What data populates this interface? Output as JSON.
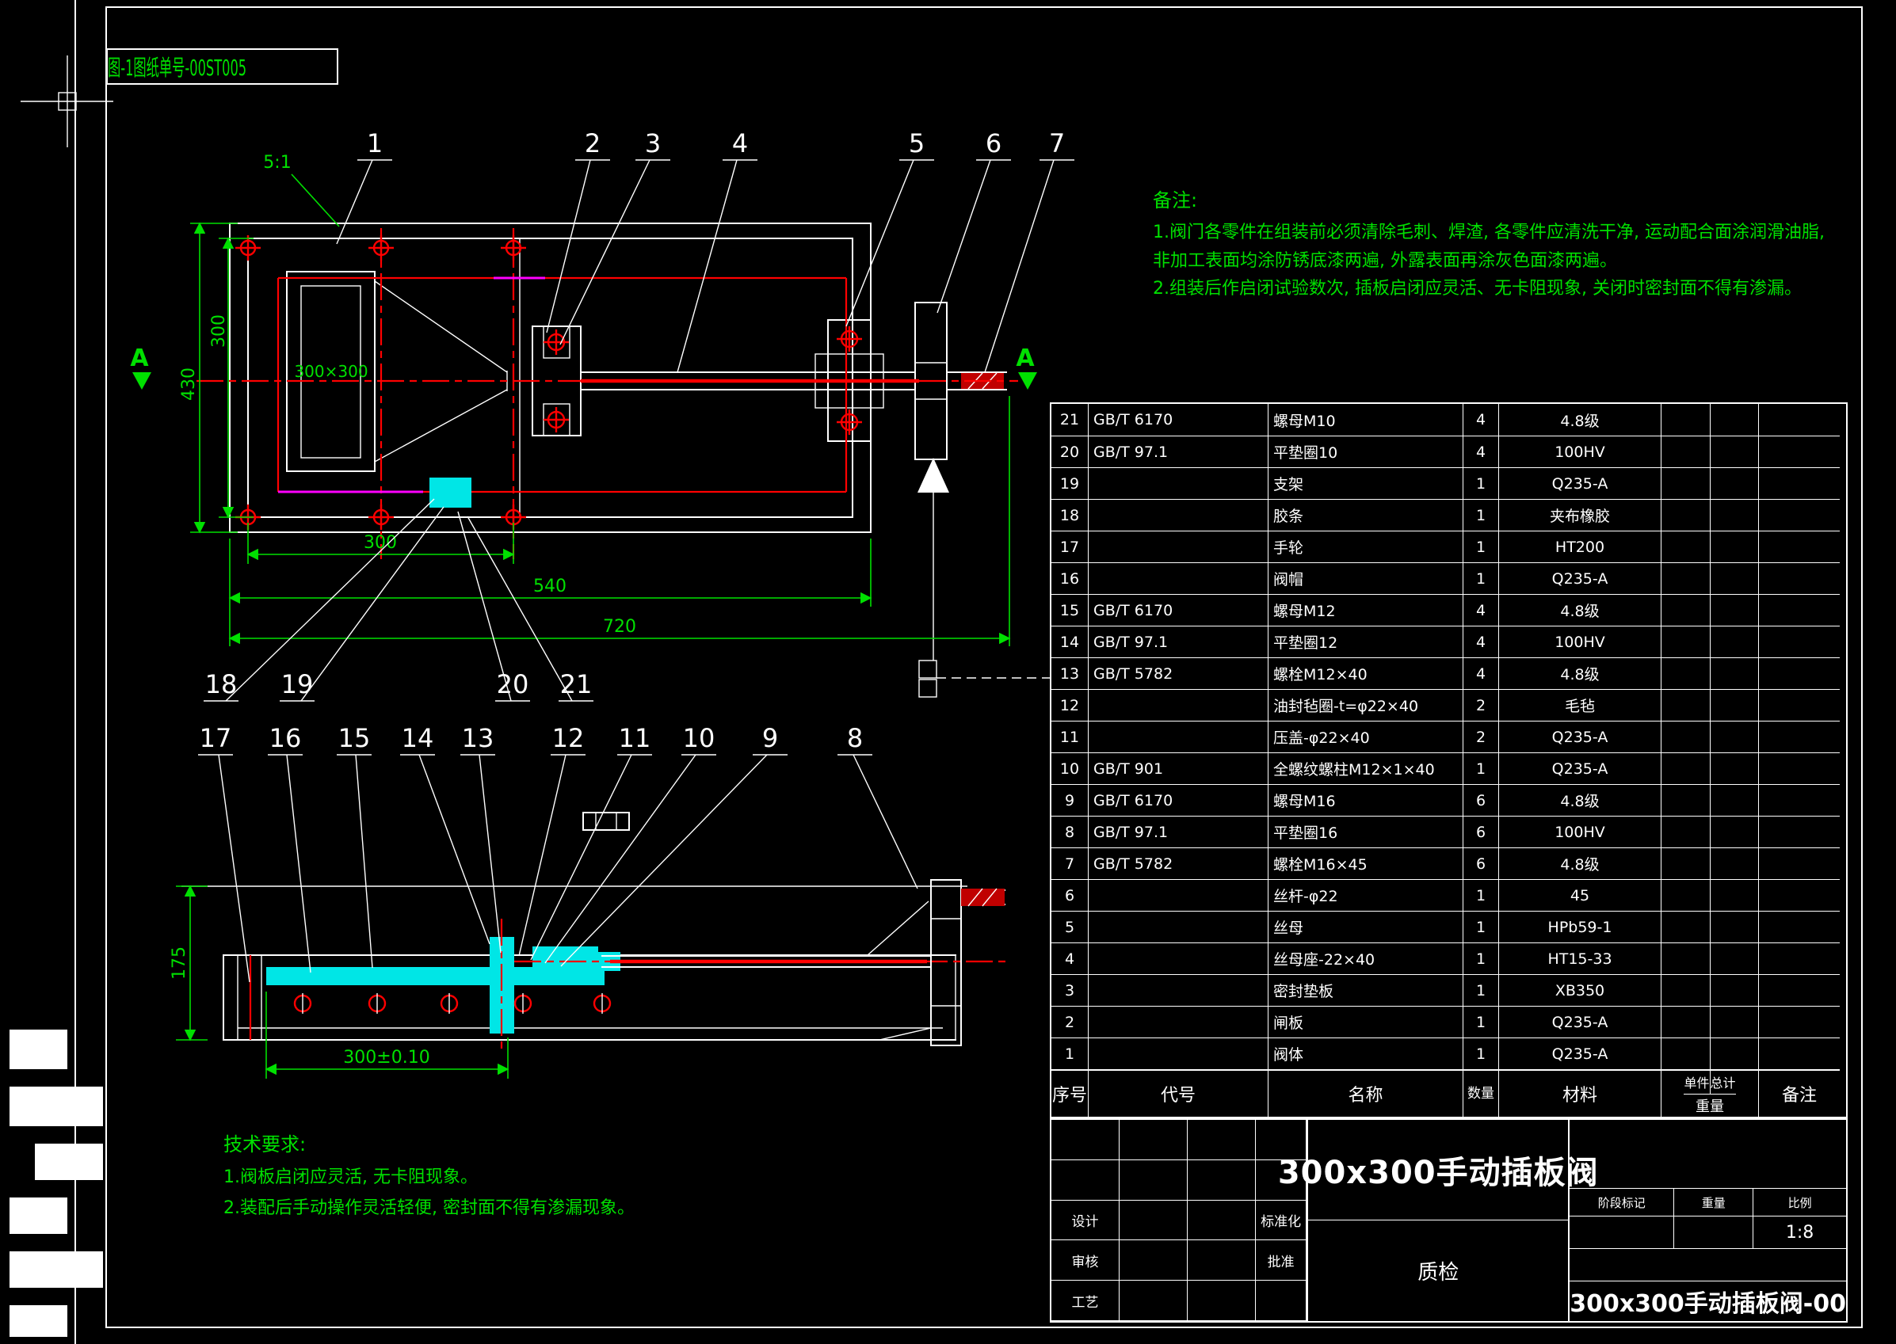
{
  "colors": {
    "background": "#000000",
    "line": "#ffffff",
    "dimension_green": "#00e000",
    "centerline_red": "#ff0000",
    "part_cyan": "#00e6e6",
    "magenta": "#ff00ff"
  },
  "doc_label": "图-1图纸单号-00ST005",
  "notes_top": {
    "title": "备注:",
    "lines": [
      "1.阀门各零件在组装前必须清除毛刺、焊渣, 各零件应清洗干净, 运动配合面涂润滑油脂, 非加工表面均涂防锈底漆两遍, 外露表面再涂灰色面漆两遍。",
      "2.组装后作启闭试验数次, 插板启闭应灵活、无卡阻现象, 关闭时密封面不得有渗漏。"
    ]
  },
  "tech_req": {
    "title": "技术要求:",
    "lines": [
      "1.阀板启闭应灵活, 无卡阻现象。",
      "2.装配后手动操作灵活轻便, 密封面不得有渗漏现象。"
    ]
  },
  "balloons": {
    "top": [
      "1",
      "2",
      "3",
      "4",
      "5",
      "6",
      "7"
    ],
    "mid": [
      "18",
      "19",
      "20",
      "21"
    ],
    "lower": [
      "17",
      "16",
      "15",
      "14",
      "13",
      "12",
      "11",
      "10",
      "9",
      "8"
    ]
  },
  "dimensions": {
    "tv_left_outer": "430",
    "tv_left_inner": "300",
    "tv_b1": "300",
    "tv_b2": "540",
    "tv_b3": "720",
    "tv_opening": "300×300",
    "tv_detail": "5:1",
    "section_a": "A",
    "sv_width": "300±0.10",
    "sv_height": "175"
  },
  "bom": {
    "headers": {
      "no": "序号",
      "code": "代号",
      "name": "名称",
      "qty": "数量",
      "material": "材料",
      "unit": "单件",
      "total": "总计",
      "weight": "重量",
      "remark": "备注"
    },
    "rows": [
      {
        "no": "21",
        "code": "GB/T 6170",
        "name": "螺母M10",
        "qty": "4",
        "material": "4.8级",
        "unit": "",
        "total": "",
        "remark": ""
      },
      {
        "no": "20",
        "code": "GB/T 97.1",
        "name": "平垫圈10",
        "qty": "4",
        "material": "100HV",
        "unit": "",
        "total": "",
        "remark": ""
      },
      {
        "no": "19",
        "code": "",
        "name": "支架",
        "qty": "1",
        "material": "Q235-A",
        "unit": "",
        "total": "",
        "remark": ""
      },
      {
        "no": "18",
        "code": "",
        "name": "胶条",
        "qty": "1",
        "material": "夹布橡胶",
        "unit": "",
        "total": "",
        "remark": ""
      },
      {
        "no": "17",
        "code": "",
        "name": "手轮",
        "qty": "1",
        "material": "HT200",
        "unit": "",
        "total": "",
        "remark": ""
      },
      {
        "no": "16",
        "code": "",
        "name": "阀帽",
        "qty": "1",
        "material": "Q235-A",
        "unit": "",
        "total": "",
        "remark": ""
      },
      {
        "no": "15",
        "code": "GB/T 6170",
        "name": "螺母M12",
        "qty": "4",
        "material": "4.8级",
        "unit": "",
        "total": "",
        "remark": ""
      },
      {
        "no": "14",
        "code": "GB/T 97.1",
        "name": "平垫圈12",
        "qty": "4",
        "material": "100HV",
        "unit": "",
        "total": "",
        "remark": ""
      },
      {
        "no": "13",
        "code": "GB/T 5782",
        "name": "螺栓M12×40",
        "qty": "4",
        "material": "4.8级",
        "unit": "",
        "total": "",
        "remark": ""
      },
      {
        "no": "12",
        "code": "",
        "name": "油封毡圈-t=φ22×40",
        "qty": "2",
        "material": "毛毡",
        "unit": "",
        "total": "",
        "remark": ""
      },
      {
        "no": "11",
        "code": "",
        "name": "压盖-φ22×40",
        "qty": "2",
        "material": "Q235-A",
        "unit": "",
        "total": "",
        "remark": ""
      },
      {
        "no": "10",
        "code": "GB/T 901",
        "name": "全螺纹螺柱M12×1×40",
        "qty": "1",
        "material": "Q235-A",
        "unit": "",
        "total": "",
        "remark": ""
      },
      {
        "no": "9",
        "code": "GB/T 6170",
        "name": "螺母M16",
        "qty": "6",
        "material": "4.8级",
        "unit": "",
        "total": "",
        "remark": ""
      },
      {
        "no": "8",
        "code": "GB/T 97.1",
        "name": "平垫圈16",
        "qty": "6",
        "material": "100HV",
        "unit": "",
        "total": "",
        "remark": ""
      },
      {
        "no": "7",
        "code": "GB/T 5782",
        "name": "螺栓M16×45",
        "qty": "6",
        "material": "4.8级",
        "unit": "",
        "total": "",
        "remark": ""
      },
      {
        "no": "6",
        "code": "",
        "name": "丝杆-φ22",
        "qty": "1",
        "material": "45",
        "unit": "",
        "total": "",
        "remark": ""
      },
      {
        "no": "5",
        "code": "",
        "name": "丝母",
        "qty": "1",
        "material": "HPb59-1",
        "unit": "",
        "total": "",
        "remark": ""
      },
      {
        "no": "4",
        "code": "",
        "name": "丝母座-22×40",
        "qty": "1",
        "material": "HT15-33",
        "unit": "",
        "total": "",
        "remark": ""
      },
      {
        "no": "3",
        "code": "",
        "name": "密封垫板",
        "qty": "1",
        "material": "XB350",
        "unit": "",
        "total": "",
        "remark": ""
      },
      {
        "no": "2",
        "code": "",
        "name": "闸板",
        "qty": "1",
        "material": "Q235-A",
        "unit": "",
        "total": "",
        "remark": ""
      },
      {
        "no": "1",
        "code": "",
        "name": "阀体",
        "qty": "1",
        "material": "Q235-A",
        "unit": "",
        "total": "",
        "remark": ""
      }
    ]
  },
  "title_block": {
    "title": "300x300手动插板阀",
    "drawing_no": "300x300手动插板阀-00",
    "scale": "1:8",
    "inspect": "质检",
    "labels": {
      "design": "设计",
      "audit": "审核",
      "process": "工艺",
      "standard": "标准化",
      "approve": "批准",
      "stage": "阶段标记",
      "weight": "重量",
      "scale": "比例"
    }
  }
}
